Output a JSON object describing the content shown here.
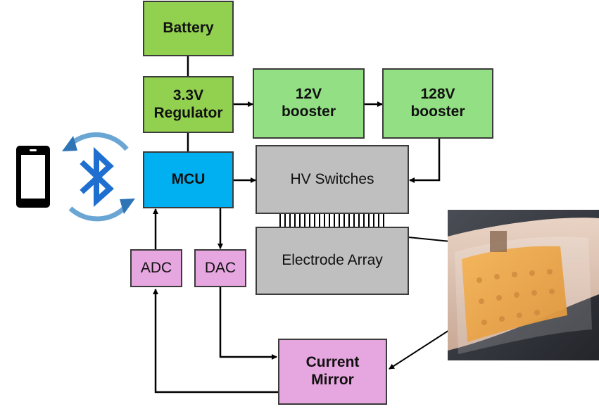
{
  "blocks": {
    "battery": "Battery",
    "regulator": "3.3V\nRegulator",
    "booster_12v": "12V\nbooster",
    "booster_128v": "128V\nbooster",
    "mcu": "MCU",
    "hv_switches": "HV Switches",
    "electrode_array": "Electrode Array",
    "adc": "ADC",
    "dac": "DAC",
    "current_mirror": "Current\nMirror"
  },
  "icons": {
    "phone": "smartphone-icon",
    "bluetooth": "bluetooth-icon",
    "sync_arrows": "circular-arrows-icon"
  },
  "photo": {
    "description_icon": "electrode-array-on-forearm-photo"
  },
  "colors": {
    "power": "#92d050",
    "booster": "#93e084",
    "mcu": "#00b0f0",
    "hv": "#bfbfbf",
    "analog": "#e6a6e0",
    "bluetooth": "#1f6fd1"
  }
}
